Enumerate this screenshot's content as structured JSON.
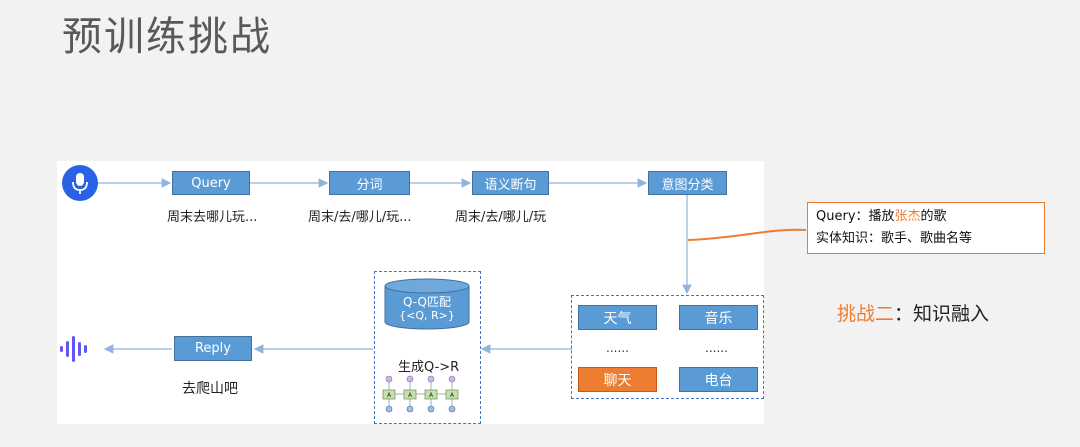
{
  "title": "预训练挑战",
  "pipeline": {
    "query": {
      "box": "Query",
      "caption": "周末去哪儿玩..."
    },
    "segment": {
      "box": "分词",
      "caption": "周末/去/哪儿/玩..."
    },
    "break": {
      "box": "语义断句",
      "caption": "周末/去/哪儿/玩"
    },
    "intent": {
      "box": "意图分类"
    }
  },
  "intents": {
    "weather": "天气",
    "music": "音乐",
    "dots_left": "......",
    "dots_right": "......",
    "chat": "聊天",
    "radio": "电台"
  },
  "generation": {
    "db_line1": "Q-Q匹配",
    "db_line2": "{<Q, R>}",
    "label": "生成Q->R",
    "cell": "A"
  },
  "reply": {
    "box": "Reply",
    "caption": "去爬山吧"
  },
  "callout": {
    "line1_prefix": "Query：播放",
    "line1_entity": "张杰",
    "line1_suffix": "的歌",
    "line2": "实体知识：歌手、歌曲名等"
  },
  "challenge": {
    "prefix": "挑战二",
    "suffix": "：知识融入"
  },
  "icons": [
    "microphone-icon",
    "soundwave-icon"
  ],
  "colors": {
    "box": "#5b9bd5",
    "accent": "#ed7d31",
    "dashed": "#4472c4"
  }
}
